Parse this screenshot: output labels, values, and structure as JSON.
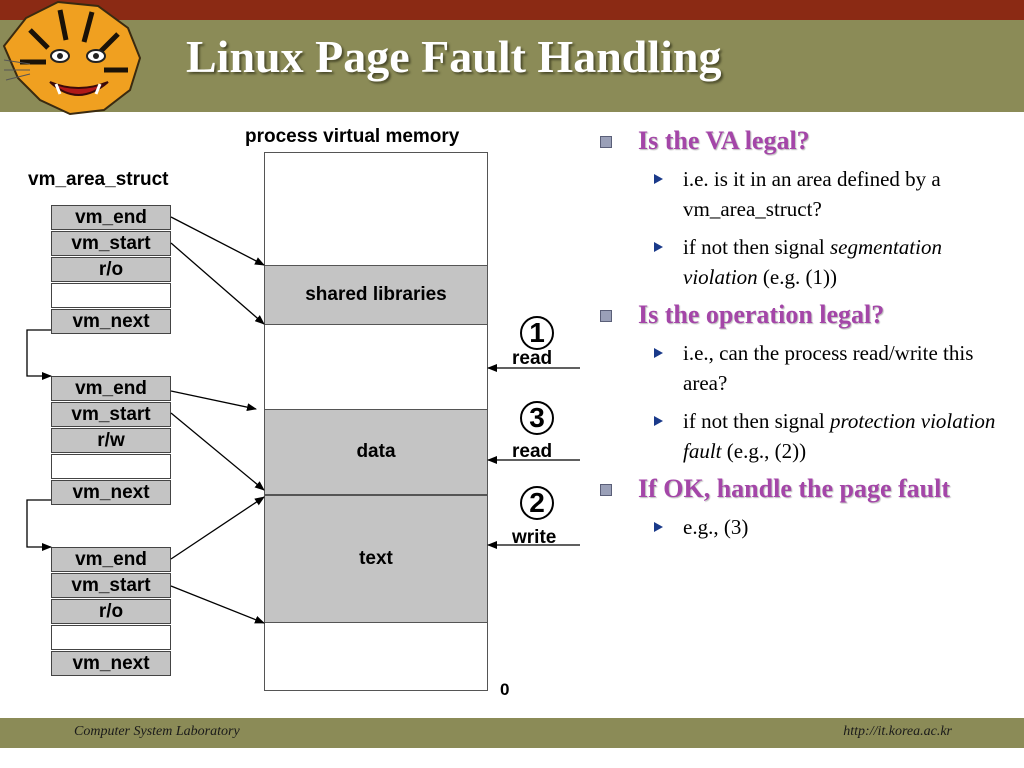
{
  "header": {
    "title": "Linux Page Fault Handling"
  },
  "diagram": {
    "process_label": "process virtual memory",
    "vma_label": "vm_area_struct",
    "vmas": [
      {
        "fields": [
          "vm_end",
          "vm_start",
          "r/o",
          "",
          "vm_next"
        ]
      },
      {
        "fields": [
          "vm_end",
          "vm_start",
          "r/w",
          "",
          "vm_next"
        ]
      },
      {
        "fields": [
          "vm_end",
          "vm_start",
          "r/o",
          "",
          "vm_next"
        ]
      }
    ],
    "segments": {
      "shared": "shared libraries",
      "data": "data",
      "text": "text"
    },
    "zero_label": "0",
    "accesses": [
      {
        "num": "1",
        "label": "read"
      },
      {
        "num": "3",
        "label": "read"
      },
      {
        "num": "2",
        "label": "write"
      }
    ]
  },
  "bullets": [
    {
      "text": "Is the VA legal?",
      "subs": [
        {
          "text": "i.e. is it in an area defined by a vm_area_struct?"
        },
        {
          "pre": "if not then signal ",
          "em": "segmentation violation",
          "post": " (e.g. (1))"
        }
      ]
    },
    {
      "text": "Is the operation legal?",
      "subs": [
        {
          "text": "i.e., can the process read/write this area?"
        },
        {
          "pre": "if not then signal ",
          "em": "protection violation fault",
          "post": " (e.g., (2))"
        }
      ]
    },
    {
      "text": "If OK, handle the page fault",
      "subs": [
        {
          "text": "e.g., (3)"
        }
      ]
    }
  ],
  "footer": {
    "left": "Computer System Laboratory",
    "right": "http://it.korea.ac.kr"
  }
}
